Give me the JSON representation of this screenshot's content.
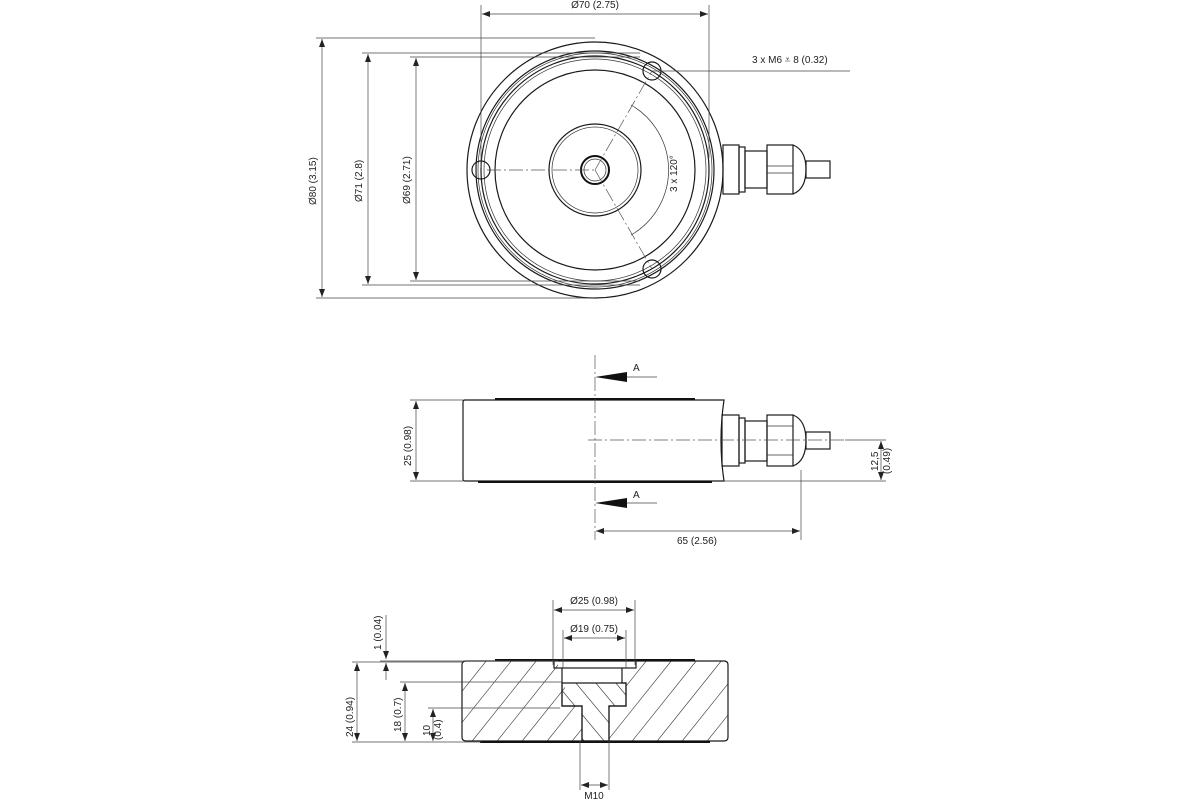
{
  "drawing": {
    "type": "technical-drawing",
    "subject": "compression load cell with cable gland",
    "top_view": {
      "labels": {
        "d70": "Ø70 (2.75)",
        "d80": "Ø80 (3.15)",
        "d71": "Ø71 (2.8)",
        "d69": "Ø69 (2.71)",
        "holes": "3 x M6 ⩡ 8 (0.32)",
        "angle": "3 x 120°"
      }
    },
    "side_view": {
      "labels": {
        "section_a_top": "A",
        "section_a_bottom": "A",
        "height": "25 (0.98)",
        "cable_height": "12,5",
        "cable_height_in": "(0.49)",
        "cable_length": "65 (2.56)"
      }
    },
    "section_view": {
      "labels": {
        "d25": "Ø25 (0.98)",
        "d19": "Ø19 (0.75)",
        "t1": "1 (0.04)",
        "h24": "24 (0.94)",
        "h18": "18 (0.7)",
        "h10": "10",
        "h10_in": "(0.4)",
        "thread": "M10"
      }
    }
  }
}
